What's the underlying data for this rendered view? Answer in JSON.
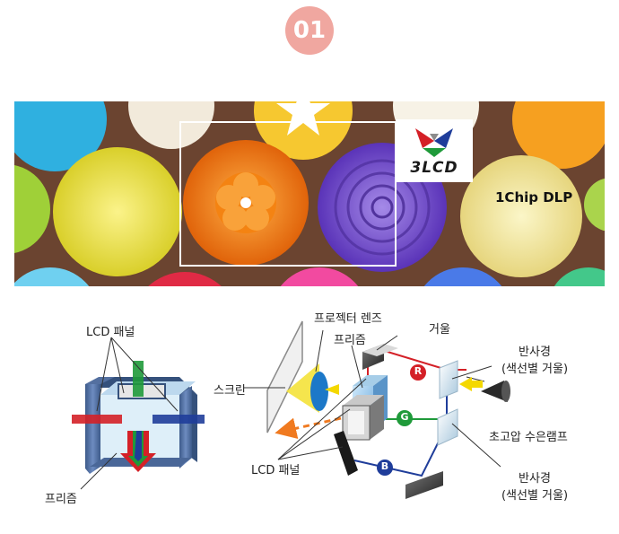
{
  "badge": {
    "number": "01"
  },
  "banner": {
    "logo_text": "3LCD",
    "dlp_label": "1Chip DLP"
  },
  "left_diagram": {
    "lcd_panel_label": "LCD 패널",
    "prism_label": "프리즘"
  },
  "right_diagram": {
    "projector_lens_label": "프로젝터 렌즈",
    "prism_label": "프리즘",
    "mirror_label": "거울",
    "screen_label": "스크린",
    "dichroic_top_label_1": "반사경",
    "dichroic_top_label_2": "(색선별 거울)",
    "lamp_label": "초고압 수은램프",
    "lcd_panel_label": "LCD 패널",
    "dichroic_bottom_label_1": "반사경",
    "dichroic_bottom_label_2": "(색선별 거울)",
    "channel_r": "R",
    "channel_g": "G",
    "channel_b": "B"
  },
  "colors": {
    "red": "#d42027",
    "green": "#1f9a3a",
    "blue": "#1f3d9a",
    "badge": "#f0a7a0"
  }
}
